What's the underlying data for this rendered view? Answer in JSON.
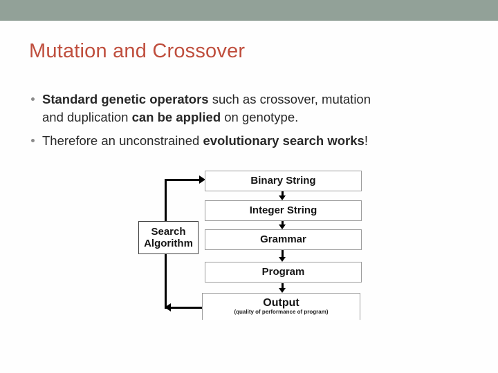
{
  "slide": {
    "title": "Mutation and Crossover",
    "colors": {
      "header_bar": "#92a198",
      "title_text": "#bf4e3d",
      "body_text": "#282828",
      "diagram_lines": "#000000",
      "box_border": "#9b9b9b"
    },
    "bullets": [
      {
        "lines": [
          {
            "segments": [
              {
                "text": "Standard genetic operators",
                "bold": true
              },
              {
                "text": " such as crossover, mutation",
                "bold": false
              }
            ]
          },
          {
            "segments": [
              {
                "text": "and duplication ",
                "bold": false
              },
              {
                "text": "can be applied",
                "bold": true
              },
              {
                "text": " on genotype.",
                "bold": false
              }
            ]
          }
        ]
      },
      {
        "lines": [
          {
            "segments": [
              {
                "text": "Therefore an unconstrained ",
                "bold": false
              },
              {
                "text": "evolutionary search works",
                "bold": true
              },
              {
                "text": "!",
                "bold": false
              }
            ]
          }
        ]
      }
    ],
    "diagram": {
      "search_label": "Search Algorithm",
      "flow_boxes": [
        "Binary String",
        "Integer String",
        "Grammar",
        "Program"
      ],
      "output": {
        "title": "Output",
        "subtitle": "(quality of performance of program)"
      }
    }
  }
}
